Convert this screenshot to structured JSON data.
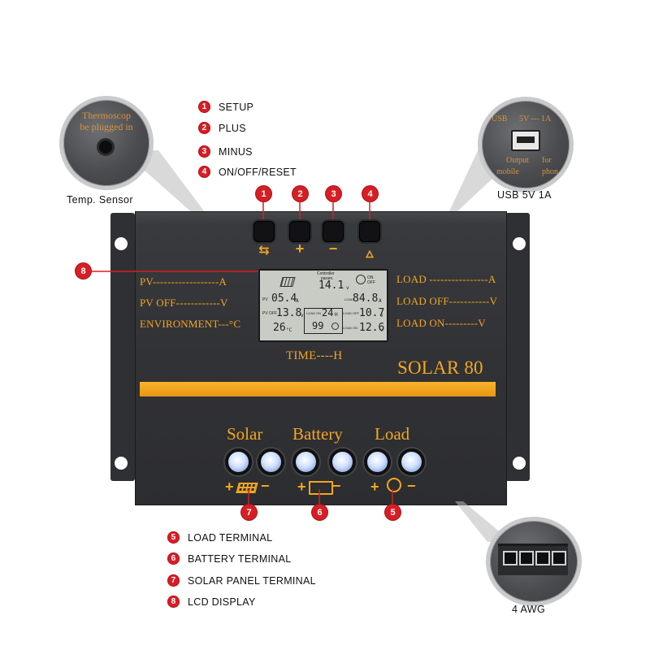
{
  "legend_top": [
    {
      "num": "1",
      "label": "SETUP"
    },
    {
      "num": "2",
      "label": "PLUS"
    },
    {
      "num": "3",
      "label": "MINUS"
    },
    {
      "num": "4",
      "label": "ON/OFF/RESET"
    }
  ],
  "legend_bottom": [
    {
      "num": "5",
      "label": "LOAD  TERMINAL"
    },
    {
      "num": "6",
      "label": "BATTERY  TERMINAL"
    },
    {
      "num": "7",
      "label": "SOLAR  PANEL  TERMINAL"
    },
    {
      "num": "8",
      "label": "LCD  DISPLAY"
    }
  ],
  "temp_sensor": {
    "lens_text_line1": "Thermoscop",
    "lens_text_line2": "be plugged in",
    "caption": "Temp.  Sensor"
  },
  "usb": {
    "lens_usb": "USB",
    "lens_rating": "5V --- 1A",
    "lens_output": "Output",
    "lens_for": "for",
    "lens_mobile": "mobile",
    "lens_phone": "phon",
    "caption": "USB  5V  1A"
  },
  "awg": {
    "caption": "4  AWG"
  },
  "device": {
    "button_numbers": [
      "1",
      "2",
      "3",
      "4"
    ],
    "button_symbols": [
      "⇆",
      "+",
      "−",
      "🜂"
    ],
    "left_labels": [
      "PV------------------A",
      "PV  OFF------------V",
      "ENVIRONMENT---°C"
    ],
    "right_labels": [
      "LOAD ----------------A",
      "LOAD OFF-----------V",
      "LOAD ON---------V"
    ],
    "time_label": "TIME----H",
    "model": "SOLAR 80",
    "lcd_number": "8",
    "terminal_groups": [
      "Solar",
      "Battery",
      "Load"
    ],
    "terminal_numbers": [
      "7",
      "6",
      "5"
    ],
    "lcd": {
      "controller_label": "Controller",
      "controller_sub": "param.",
      "top_value": "14.1",
      "top_unit": "v",
      "onoff": "ON OFF",
      "pv_tag": "PV",
      "pv_value": "05.4",
      "pv_unit": "A",
      "pvoff_tag": "PV OFF",
      "pvoff_value": "13.8",
      "pvoff_unit": "v",
      "env_value": "26",
      "env_unit": "°C",
      "batt_tag": "LOAD ON",
      "batt_value": "24",
      "batt_unit": "H",
      "batt_value2": "99",
      "load_tag": "LOAD",
      "load_value": "84.8",
      "load_unit": "A",
      "loadoff_tag": "LOAD OFF",
      "loadoff_value": "10.7",
      "loadoff_unit": "v",
      "loadon_tag": "LOAD ON",
      "loadon_value": "12.6",
      "loadon_unit": "v"
    }
  },
  "colors": {
    "accent_orange": "#f2a623",
    "badge_red": "#d81e25",
    "device_body": "#333437"
  }
}
